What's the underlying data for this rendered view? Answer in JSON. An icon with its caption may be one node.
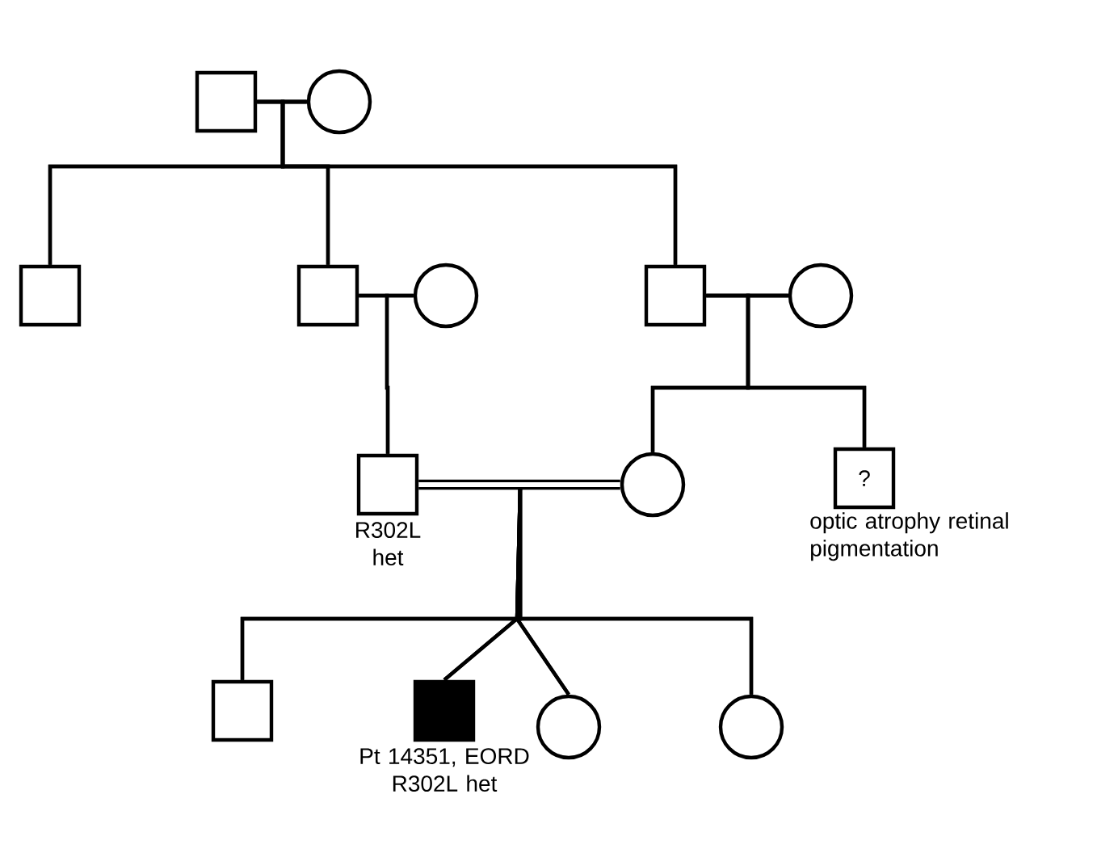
{
  "diagram": {
    "nodes": [
      {
        "text": [],
        "shape": "box"
      },
      {
        "text": [],
        "shape": "circle"
      },
      {
        "text": [],
        "shape": "box"
      },
      {
        "text": [],
        "shape": "box"
      },
      {
        "text": [],
        "shape": "circle"
      },
      {
        "text": [],
        "shape": "box"
      },
      {
        "text": [],
        "shape": "circle"
      },
      {
        "text": [],
        "shape": "box",
        "beside": [
          "R302L het"
        ]
      },
      {
        "text": [],
        "shape": "circle"
      },
      {
        "text": [
          "?"
        ],
        "beside": [
          "optic atrophy retinal pigmentation"
        ]
      },
      {
        "text": [],
        "shape": "box"
      },
      {
        "text": [],
        "shape": "box",
        "beside": [
          "Pt 14351, EORD R302L het"
        ]
      },
      {
        "text": [],
        "shape": "circle"
      },
      {
        "text": [],
        "shape": "circle"
      }
    ],
    "edges": [
      {
        "from": 0,
        "to": 1,
        "arrow": "none"
      },
      {
        "from": 0,
        "to": 2,
        "arrow": "none"
      },
      {
        "from": 0,
        "to": 3,
        "arrow": "none"
      },
      {
        "from": 0,
        "to": 5,
        "arrow": "none"
      },
      {
        "from": 1,
        "to": 2,
        "arrow": "none"
      },
      {
        "from": 1,
        "to": 3,
        "arrow": "none"
      },
      {
        "from": 1,
        "to": 5,
        "arrow": "none"
      },
      {
        "from": 3,
        "to": 4,
        "arrow": "none"
      },
      {
        "from": 5,
        "to": 6,
        "arrow": "none"
      },
      {
        "from": 3,
        "to": 7,
        "arrow": "none"
      },
      {
        "from": 4,
        "to": 7,
        "arrow": "none"
      },
      {
        "from": 5,
        "to": 8,
        "arrow": "none"
      },
      {
        "from": 5,
        "to": 9,
        "arrow": "none"
      },
      {
        "from": 6,
        "to": 8,
        "arrow": "none"
      },
      {
        "from": 6,
        "to": 9,
        "arrow": "none"
      },
      {
        "from": 7,
        "to": 8,
        "arrow": "none",
        "style": "thick"
      },
      {
        "from": 7,
        "to": 10,
        "arrow": "none"
      },
      {
        "from": 7,
        "to": 11,
        "arrow": "none"
      },
      {
        "from": 7,
        "to": 12,
        "arrow": "none"
      },
      {
        "from": 7,
        "to": 13,
        "arrow": "none"
      },
      {
        "from": 8,
        "to": 10,
        "arrow": "none"
      },
      {
        "from": 8,
        "to": 11,
        "arrow": "none"
      },
      {
        "from": 8,
        "to": 12,
        "arrow": "none"
      },
      {
        "from": 8,
        "to": 13,
        "arrow": "none"
      }
    ]
  }
}
